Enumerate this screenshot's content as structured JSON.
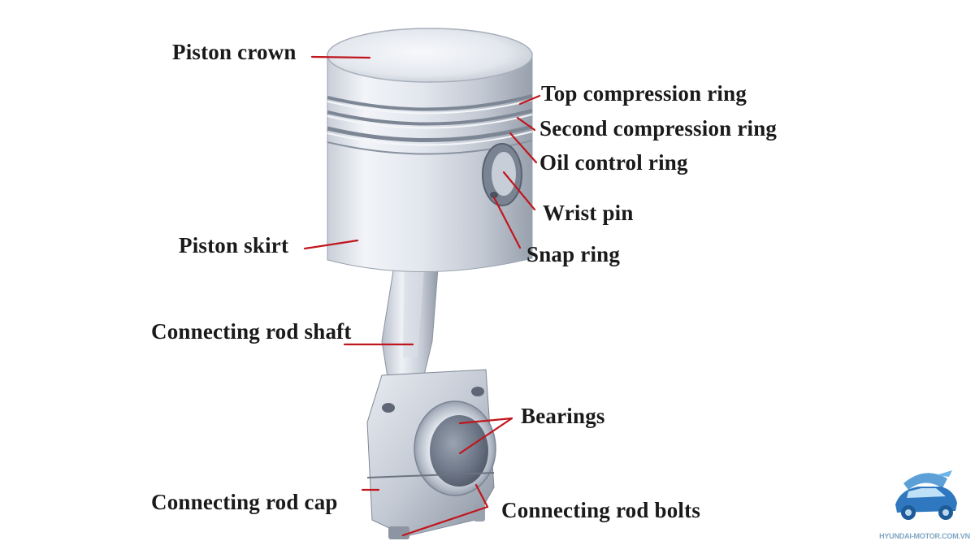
{
  "labels": {
    "piston_crown": "Piston crown",
    "top_compression_ring": "Top compression ring",
    "second_compression_ring": "Second compression ring",
    "oil_control_ring": "Oil control ring",
    "wrist_pin": "Wrist pin",
    "snap_ring": "Snap ring",
    "piston_skirt": "Piston skirt",
    "connecting_rod_shaft": "Connecting rod shaft",
    "bearings": "Bearings",
    "connecting_rod_cap": "Connecting rod cap",
    "connecting_rod_bolts": "Connecting rod bolts"
  },
  "watermark": {
    "text": "HYUNDAI-MOTOR.COM.VN",
    "icon": "car-logo-icon"
  },
  "colors": {
    "leader_line": "#c0161d",
    "label_text": "#1a1a1a",
    "metal_light": "#eef1f6",
    "metal_mid": "#b9c0cc",
    "metal_dark": "#6f7785",
    "background": "#ffffff"
  }
}
